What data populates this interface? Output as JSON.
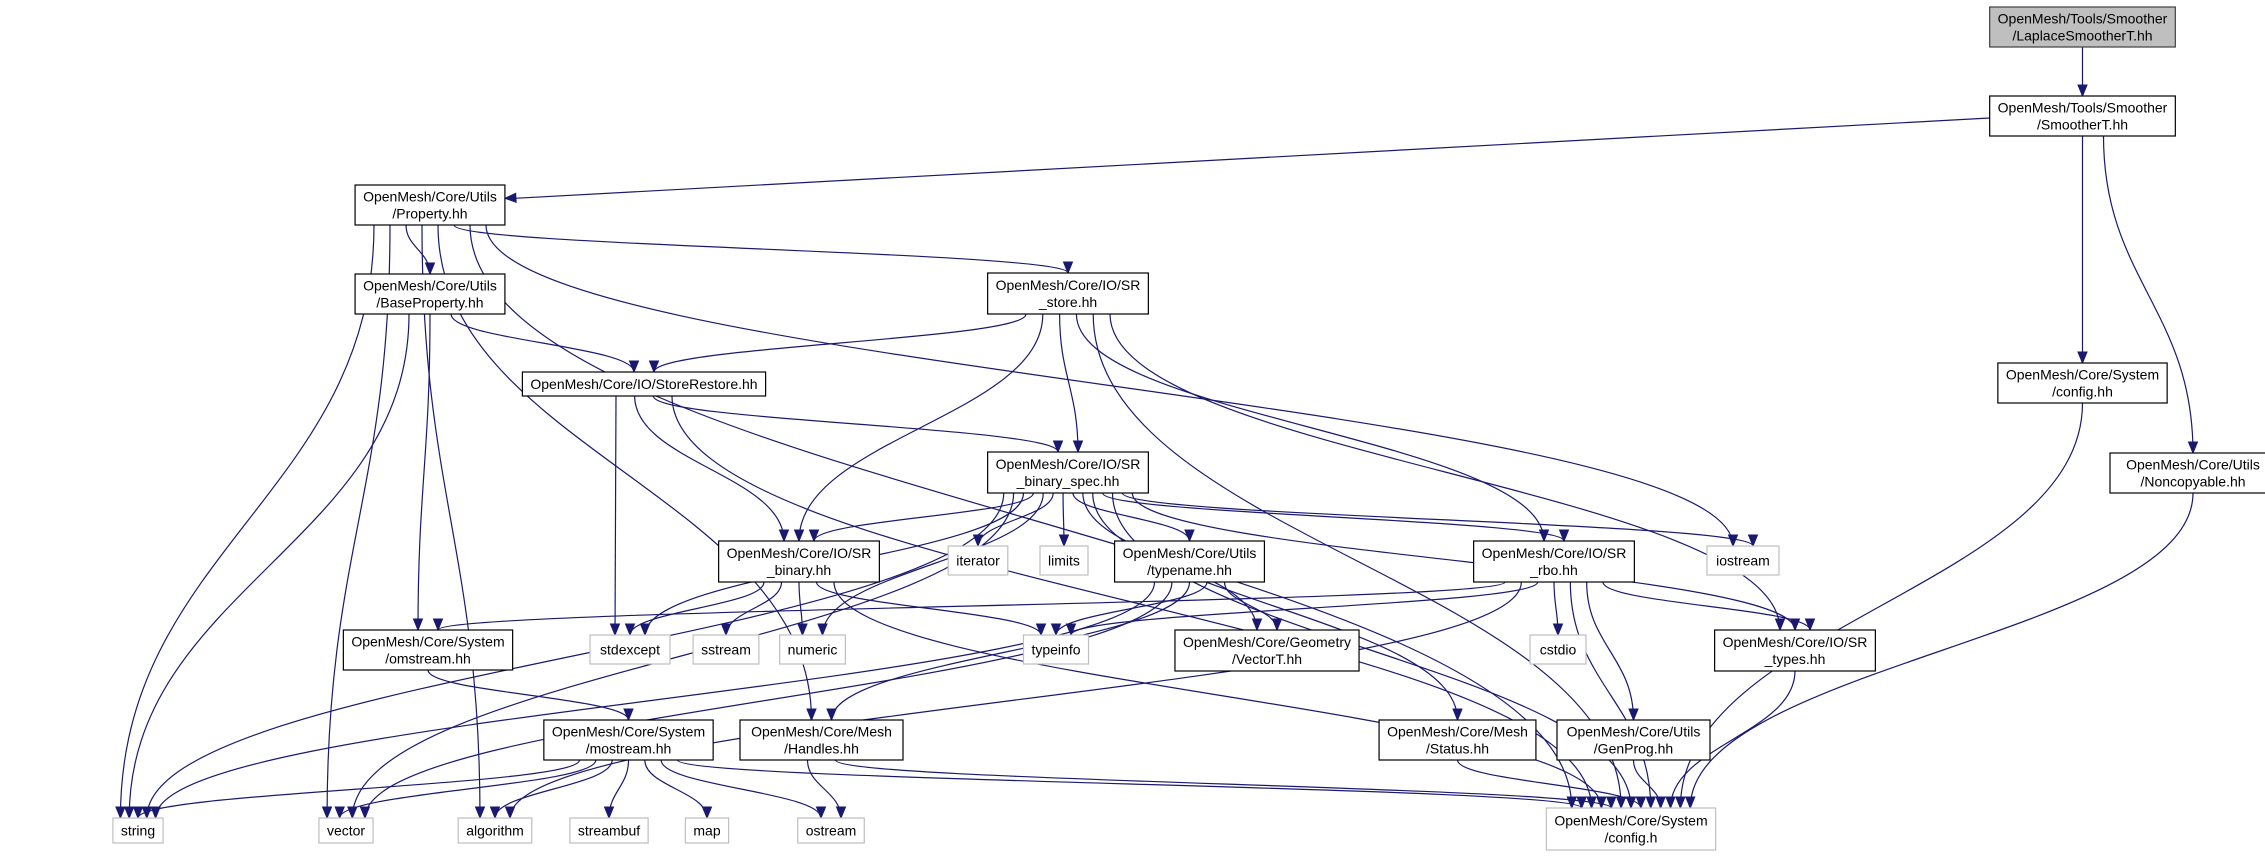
{
  "diagram": {
    "title": "Include dependency graph for LaplaceSmootherT.hh",
    "colors": {
      "edge": "#191970",
      "root_fill": "#bfbfbf",
      "ext_border": "#bfbfbf"
    },
    "nodes": [
      {
        "id": "laplace",
        "lines": [
          "OpenMesh/Tools/Smoother",
          "/LaplaceSmootherT.hh"
        ],
        "kind": "root"
      },
      {
        "id": "smoother",
        "lines": [
          "OpenMesh/Tools/Smoother",
          "/SmootherT.hh"
        ],
        "kind": "file"
      },
      {
        "id": "property",
        "lines": [
          "OpenMesh/Core/Utils",
          "/Property.hh"
        ],
        "kind": "file"
      },
      {
        "id": "baseprop",
        "lines": [
          "OpenMesh/Core/Utils",
          "/BaseProperty.hh"
        ],
        "kind": "file"
      },
      {
        "id": "srstore",
        "lines": [
          "OpenMesh/Core/IO/SR",
          "_store.hh"
        ],
        "kind": "file"
      },
      {
        "id": "storerestore",
        "lines": [
          "OpenMesh/Core/IO/StoreRestore.hh"
        ],
        "kind": "file"
      },
      {
        "id": "sysconfighh",
        "lines": [
          "OpenMesh/Core/System",
          "/config.hh"
        ],
        "kind": "file"
      },
      {
        "id": "noncopy",
        "lines": [
          "OpenMesh/Core/Utils",
          "/Noncopyable.hh"
        ],
        "kind": "file"
      },
      {
        "id": "binspec",
        "lines": [
          "OpenMesh/Core/IO/SR",
          "_binary_spec.hh"
        ],
        "kind": "file"
      },
      {
        "id": "srbinary",
        "lines": [
          "OpenMesh/Core/IO/SR",
          "_binary.hh"
        ],
        "kind": "file"
      },
      {
        "id": "iterator",
        "lines": [
          "iterator"
        ],
        "kind": "ext"
      },
      {
        "id": "limits",
        "lines": [
          "limits"
        ],
        "kind": "ext"
      },
      {
        "id": "typename",
        "lines": [
          "OpenMesh/Core/Utils",
          "/typename.hh"
        ],
        "kind": "file"
      },
      {
        "id": "srrbo",
        "lines": [
          "OpenMesh/Core/IO/SR",
          "_rbo.hh"
        ],
        "kind": "file"
      },
      {
        "id": "iostream",
        "lines": [
          "iostream"
        ],
        "kind": "ext"
      },
      {
        "id": "omstream",
        "lines": [
          "OpenMesh/Core/System",
          "/omstream.hh"
        ],
        "kind": "file"
      },
      {
        "id": "stdexcept",
        "lines": [
          "stdexcept"
        ],
        "kind": "ext"
      },
      {
        "id": "sstream",
        "lines": [
          "sstream"
        ],
        "kind": "ext"
      },
      {
        "id": "numeric",
        "lines": [
          "numeric"
        ],
        "kind": "ext"
      },
      {
        "id": "typeinfo",
        "lines": [
          "typeinfo"
        ],
        "kind": "ext"
      },
      {
        "id": "vectort",
        "lines": [
          "OpenMesh/Core/Geometry",
          "/VectorT.hh"
        ],
        "kind": "file"
      },
      {
        "id": "cstdio",
        "lines": [
          "cstdio"
        ],
        "kind": "ext"
      },
      {
        "id": "srtypes",
        "lines": [
          "OpenMesh/Core/IO/SR",
          "_types.hh"
        ],
        "kind": "file"
      },
      {
        "id": "mostream",
        "lines": [
          "OpenMesh/Core/System",
          "/mostream.hh"
        ],
        "kind": "file"
      },
      {
        "id": "handles",
        "lines": [
          "OpenMesh/Core/Mesh",
          "/Handles.hh"
        ],
        "kind": "file"
      },
      {
        "id": "status",
        "lines": [
          "OpenMesh/Core/Mesh",
          "/Status.hh"
        ],
        "kind": "file"
      },
      {
        "id": "genprog",
        "lines": [
          "OpenMesh/Core/Utils",
          "/GenProg.hh"
        ],
        "kind": "file"
      },
      {
        "id": "string",
        "lines": [
          "string"
        ],
        "kind": "ext"
      },
      {
        "id": "vector",
        "lines": [
          "vector"
        ],
        "kind": "ext"
      },
      {
        "id": "algorithm",
        "lines": [
          "algorithm"
        ],
        "kind": "ext"
      },
      {
        "id": "streambuf",
        "lines": [
          "streambuf"
        ],
        "kind": "ext"
      },
      {
        "id": "map",
        "lines": [
          "map"
        ],
        "kind": "ext"
      },
      {
        "id": "ostream",
        "lines": [
          "ostream"
        ],
        "kind": "ext"
      },
      {
        "id": "configh",
        "lines": [
          "OpenMesh/Core/System",
          "/config.h"
        ],
        "kind": "ext"
      }
    ],
    "edges": [
      [
        "laplace",
        "smoother"
      ],
      [
        "smoother",
        "property"
      ],
      [
        "smoother",
        "sysconfighh"
      ],
      [
        "smoother",
        "noncopy"
      ],
      [
        "property",
        "baseprop"
      ],
      [
        "property",
        "srstore"
      ],
      [
        "property",
        "string"
      ],
      [
        "property",
        "vector"
      ],
      [
        "property",
        "algorithm"
      ],
      [
        "property",
        "handles"
      ],
      [
        "property",
        "iostream"
      ],
      [
        "property",
        "configh"
      ],
      [
        "baseprop",
        "storerestore"
      ],
      [
        "baseprop",
        "omstream"
      ],
      [
        "baseprop",
        "string"
      ],
      [
        "srstore",
        "storerestore"
      ],
      [
        "srstore",
        "binspec"
      ],
      [
        "srstore",
        "srbinary"
      ],
      [
        "srstore",
        "srrbo"
      ],
      [
        "srstore",
        "srtypes"
      ],
      [
        "srstore",
        "configh"
      ],
      [
        "storerestore",
        "binspec"
      ],
      [
        "storerestore",
        "srbinary"
      ],
      [
        "storerestore",
        "stdexcept"
      ],
      [
        "storerestore",
        "configh"
      ],
      [
        "sysconfighh",
        "configh"
      ],
      [
        "noncopy",
        "configh"
      ],
      [
        "binspec",
        "srbinary"
      ],
      [
        "binspec",
        "iterator"
      ],
      [
        "binspec",
        "limits"
      ],
      [
        "binspec",
        "typename"
      ],
      [
        "binspec",
        "srrbo"
      ],
      [
        "binspec",
        "iostream"
      ],
      [
        "binspec",
        "srtypes"
      ],
      [
        "binspec",
        "status"
      ],
      [
        "binspec",
        "vectort"
      ],
      [
        "binspec",
        "stdexcept"
      ],
      [
        "binspec",
        "numeric"
      ],
      [
        "binspec",
        "string"
      ],
      [
        "binspec",
        "vector"
      ],
      [
        "binspec",
        "configh"
      ],
      [
        "srbinary",
        "stdexcept"
      ],
      [
        "srbinary",
        "sstream"
      ],
      [
        "srbinary",
        "numeric"
      ],
      [
        "srbinary",
        "typeinfo"
      ],
      [
        "srbinary",
        "configh"
      ],
      [
        "typename",
        "typeinfo"
      ],
      [
        "typename",
        "vectort"
      ],
      [
        "typename",
        "handles"
      ],
      [
        "typename",
        "string"
      ],
      [
        "typename",
        "vector"
      ],
      [
        "srrbo",
        "omstream"
      ],
      [
        "srrbo",
        "typeinfo"
      ],
      [
        "srrbo",
        "cstdio"
      ],
      [
        "srrbo",
        "srtypes"
      ],
      [
        "srrbo",
        "genprog"
      ],
      [
        "srrbo",
        "algorithm"
      ],
      [
        "srrbo",
        "configh"
      ],
      [
        "omstream",
        "mostream"
      ],
      [
        "mostream",
        "string"
      ],
      [
        "mostream",
        "vector"
      ],
      [
        "mostream",
        "algorithm"
      ],
      [
        "mostream",
        "streambuf"
      ],
      [
        "mostream",
        "map"
      ],
      [
        "mostream",
        "ostream"
      ],
      [
        "mostream",
        "configh"
      ],
      [
        "handles",
        "ostream"
      ],
      [
        "handles",
        "configh"
      ],
      [
        "status",
        "configh"
      ],
      [
        "genprog",
        "configh"
      ],
      [
        "srtypes",
        "configh"
      ]
    ]
  }
}
